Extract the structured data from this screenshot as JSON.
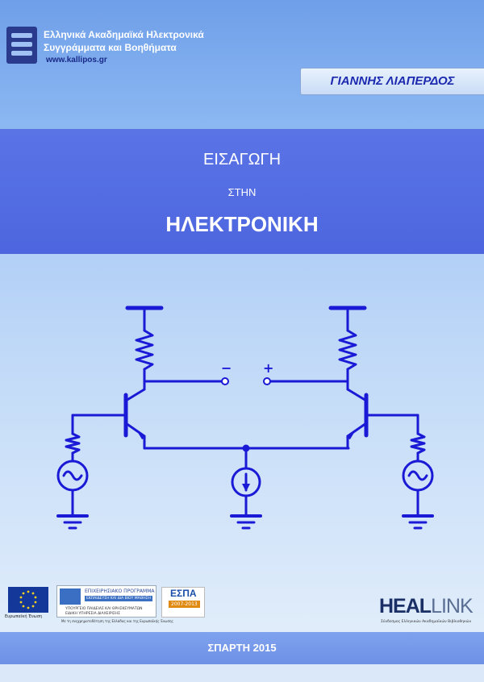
{
  "publisher": {
    "line1": "Ελληνικά Ακαδημαϊκά Ηλεκτρονικά",
    "line2": "Συγγράμματα και Βοηθήματα",
    "url": "www.kallipos.gr"
  },
  "author": "ΓΙΑΝΝΗΣ ΛΙΑΠΕΡΔΟΣ",
  "title": {
    "line1": "ΕΙΣΑΓΩΓΗ",
    "line2": "ΣΤΗΝ",
    "line3": "ΗΛΕΚΤΡΟΝΙΚΗ"
  },
  "circuit": {
    "minus_label": "−",
    "plus_label": "+"
  },
  "logos": {
    "eu_label": "Ευρωπαϊκή Ένωση",
    "program_title": "ΕΠΙΧΕΙΡΗΣΙΑΚΟ ΠΡΟΓΡΑΜΜΑ",
    "program_sub": "ΕΚΠΑΙΔΕΥΣΗ ΚΑΙ ΔΙΑ ΒΙΟΥ ΜΑΘΗΣΗ",
    "ministry": "ΥΠΟΥΡΓΕΙΟ ΠΑΙΔΕΙΑΣ ΚΑΙ ΘΡΗΣΚΕΥΜΑΤΩΝ",
    "agency": "ΕΙΔΙΚΗ ΥΠΗΡΕΣΙΑ ΔΙΑΧΕΙΡΙΣΗΣ",
    "cofunding": "Με τη συγχρηματοδότηση της Ελλάδας και της Ευρωπαϊκής Ένωσης",
    "espa": "ΕΣΠΑ",
    "espa_years": "2007-2013",
    "heal_a": "HEAL",
    "heal_b": "LINK",
    "heal_sub": "Σύνδεσμος Ελληνικών Ακαδημαϊκών Βιβλιοθηκών"
  },
  "footer": "ΣΠΑΡΤΗ 2015",
  "colors": {
    "circuit": "#1a1ad6",
    "title_band": "#5068e0",
    "author_text": "#1c2ab0"
  }
}
